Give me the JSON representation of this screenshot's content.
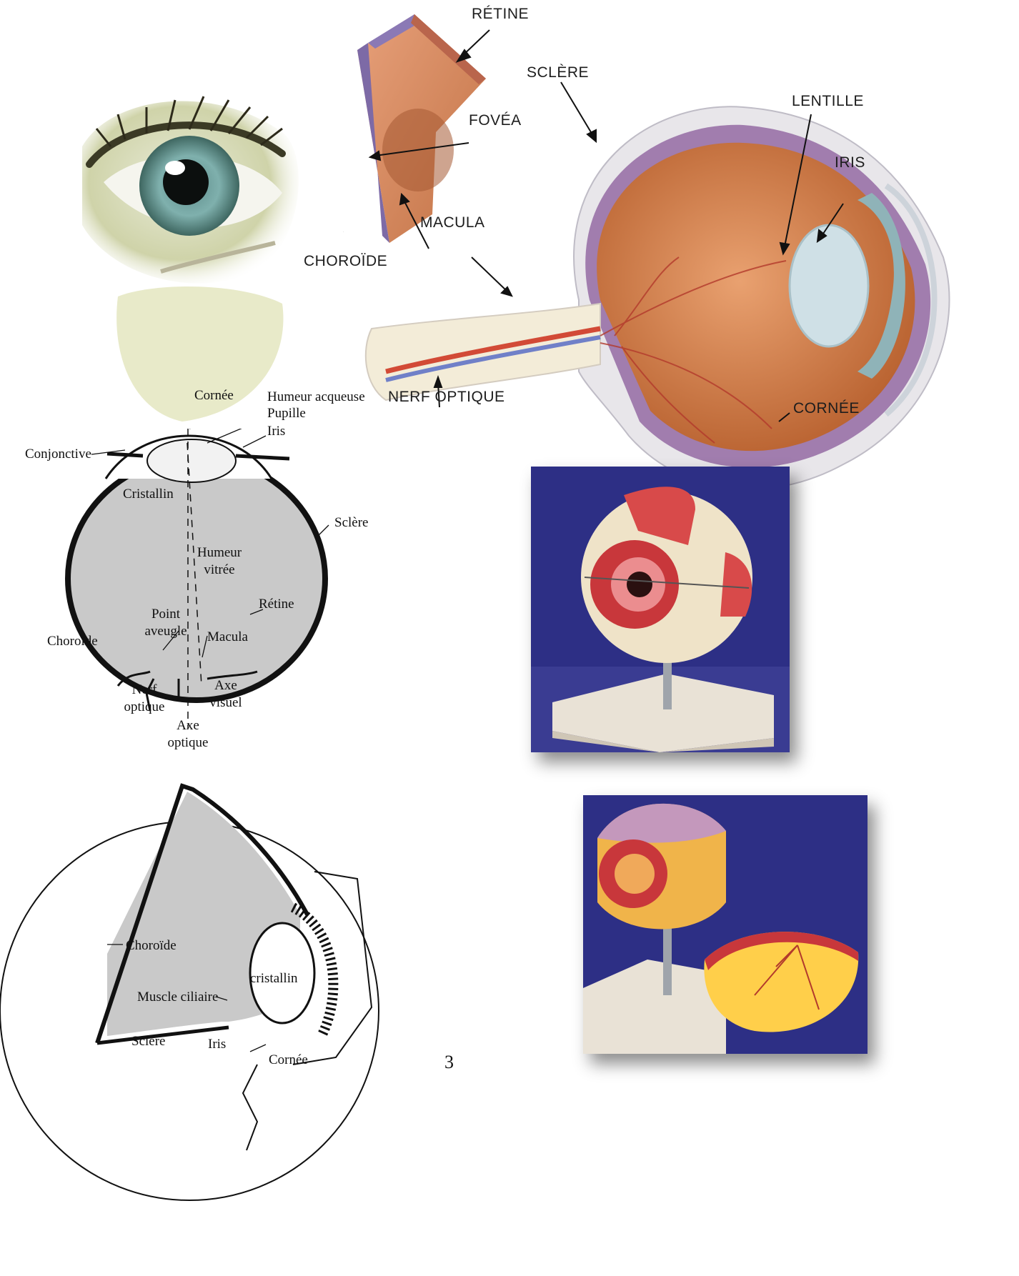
{
  "colored_diagram": {
    "labels": {
      "retine": "RÉTINE",
      "sclere": "SCLÈRE",
      "lentille": "LENTILLE",
      "fovea": "FOVÉA",
      "iris": "IRIS",
      "macula": "MACULA",
      "choroide": "CHOROÏDE",
      "nerf_optique": "NERF OPTIQUE",
      "cornee": "CORNÉE"
    }
  },
  "section_diagram": {
    "labels": {
      "cornee": "Cornée",
      "humeur_aqueuse": "Humeur acqueuse",
      "pupille": "Pupille",
      "iris": "Iris",
      "conjonctive": "Conjonctive",
      "cristallin": "Cristallin",
      "sclere": "Sclère",
      "humeur_vitree_1": "Humeur",
      "humeur_vitree_2": "vitrée",
      "retine": "Rétine",
      "point_aveugle_1": "Point",
      "point_aveugle_2": "aveugle",
      "macula": "Macula",
      "choroide": "Choroïde",
      "nerf_optique_1": "Nerf",
      "nerf_optique_2": "optique",
      "axe_visuel_1": "Axe",
      "axe_visuel_2": "visuel",
      "axe_optique_1": "Axe",
      "axe_optique_2": "optique"
    }
  },
  "ciliary_diagram": {
    "labels": {
      "choroide": "Choroïde",
      "cristallin": "cristallin",
      "muscle_ciliaire": "Muscle ciliaire",
      "sclere": "Sclère",
      "iris": "Iris",
      "cornee": "Cornée"
    }
  },
  "page_number": "3",
  "colors": {
    "sclera": "#e6e4e8",
    "choroid": "#8a5a9a",
    "retina_orange": "#d98a50",
    "vitreous": "#d9824e",
    "iris_blue": "#8fb3b8",
    "photo_bg": "#2d2f85",
    "gray_fill": "#c9c9c9"
  }
}
